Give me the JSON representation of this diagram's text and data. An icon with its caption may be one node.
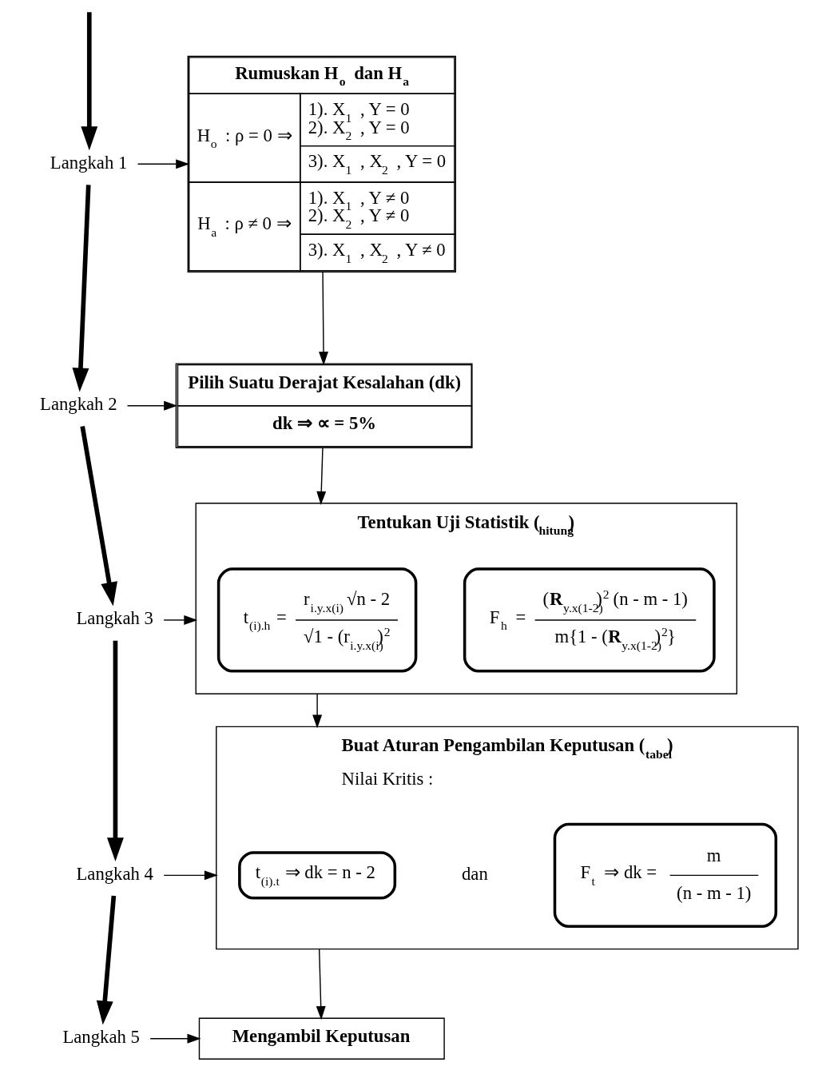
{
  "diagram": {
    "nodes": [
      {
        "text": [
          "Langkah 1"
        ]
      },
      {
        "text": [
          "Langkah 2"
        ]
      },
      {
        "text": [
          "Langkah 3"
        ]
      },
      {
        "text": [
          "Langkah 4"
        ]
      },
      {
        "text": [
          "Langkah 5"
        ]
      },
      {
        "text": [
          "Rumuskan H$_{o}$ dan H$_{a}$",
          "H$_{o}$ : ρ = 0 ⇒",
          "1). X$_{1}$ , Y = 0",
          "2). X$_{2}$ , Y = 0",
          "3). X$_{1}$ , X$_{2}$ , Y = 0",
          "H$_{a}$ : ρ ≠ 0 ⇒",
          "1). X$_{1}$ , Y ≠ 0",
          "2). X$_{2}$ , Y ≠ 0",
          "3). X$_{1}$ , X$_{2}$ , Y ≠ 0"
        ]
      },
      {
        "text": [
          "Pilih Suatu Derajat Kesalahan (dk)",
          "dk ⇒ ∝ = 5%"
        ]
      },
      {
        "text": [
          "Tentukan Uji Statistik ($_{hitung}$)"
        ]
      },
      {
        "text": [
          "t$_{(i).h}$ =",
          "r$_{i.y.x(i)}$ √n - 2",
          "√1 - (r$_{i.y.x(i)}$)$^{2}$"
        ],
        "in": 7
      },
      {
        "text": [
          "F$_{h}$ =",
          "(**R**$_{y.x(1-2)}$)$^{2}$ (n - m - 1)",
          "m{1 - (**R**$_{y.x(1-2)}$)$^{2}$}"
        ],
        "in": 7
      },
      {
        "text": [
          "Buat Aturan Pengambilan Keputusan ($_{tabel}$)",
          "Nilai Kritis :"
        ]
      },
      {
        "text": [
          "t$_{(i).t}$ ⇒ dk = n - 2"
        ],
        "in": 10
      },
      {
        "text": [
          "F$_{t}$ ⇒ dk =",
          "m",
          "(n - m - 1)"
        ],
        "in": 10
      },
      {
        "text": [
          "Mengambil Keputusan"
        ]
      }
    ],
    "edges": [
      {
        "from": null,
        "to": 0,
        "arrow": "to",
        "style": "thick"
      },
      {
        "from": 0,
        "to": 1,
        "arrow": "to",
        "style": "thick"
      },
      {
        "from": 1,
        "to": 2,
        "arrow": "to",
        "style": "thick"
      },
      {
        "from": 2,
        "to": 3,
        "arrow": "to",
        "style": "thick"
      },
      {
        "from": 3,
        "to": 4,
        "arrow": "to",
        "style": "thick"
      },
      {
        "from": 0,
        "to": 5,
        "arrow": "to"
      },
      {
        "from": 1,
        "to": 6,
        "arrow": "to"
      },
      {
        "from": 2,
        "to": 7,
        "arrow": "to"
      },
      {
        "from": 3,
        "to": 10,
        "arrow": "to"
      },
      {
        "from": 4,
        "to": 13,
        "arrow": "to"
      },
      {
        "from": 5,
        "to": 6,
        "arrow": "to"
      },
      {
        "from": 6,
        "to": 7,
        "arrow": "to"
      },
      {
        "from": 7,
        "to": 10,
        "arrow": "to"
      },
      {
        "from": 10,
        "to": 13,
        "arrow": "to"
      }
    ],
    "labels": [
      "dan"
    ]
  }
}
